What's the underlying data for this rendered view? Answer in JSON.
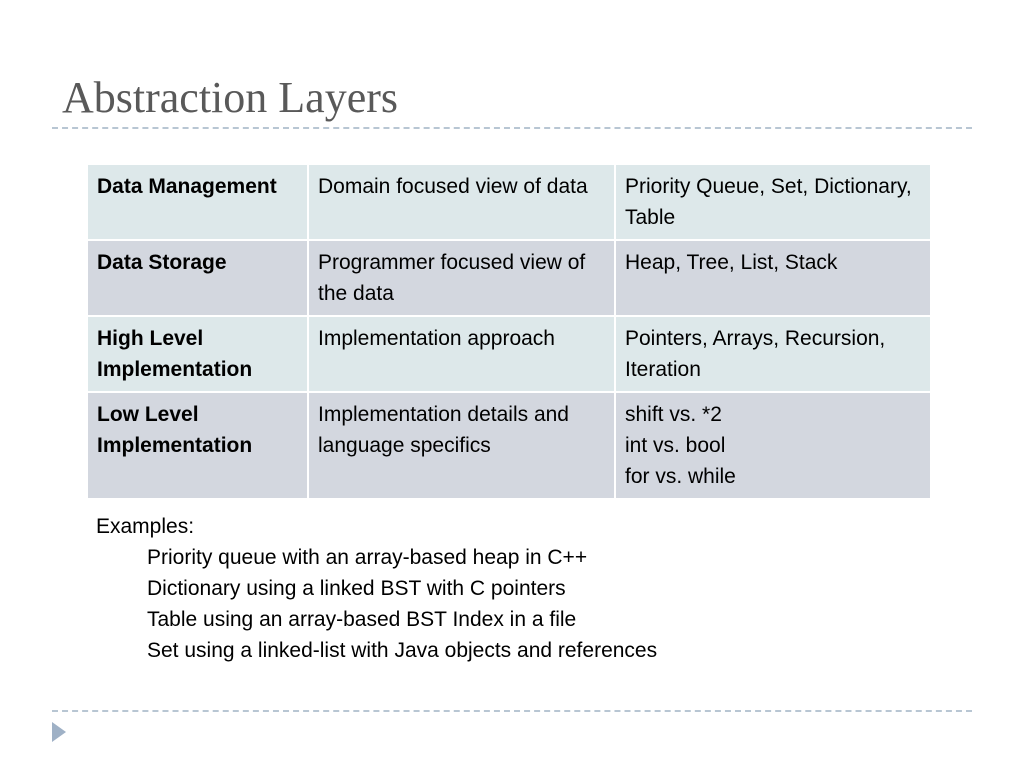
{
  "slide": {
    "title": "Abstraction Layers",
    "table": {
      "rows": [
        [
          "Data Management",
          "Domain focused view of data",
          "Priority Queue, Set, Dictionary, Table"
        ],
        [
          "Data Storage",
          "Programmer focused view of the data",
          "Heap, Tree, List, Stack"
        ],
        [
          "High Level Implementation",
          "Implementation approach",
          "Pointers, Arrays, Recursion, Iteration"
        ],
        [
          "Low Level Implementation",
          "Implementation details and language specifics",
          "shift vs. *2\nint vs. bool\nfor vs. while"
        ]
      ]
    },
    "examples": {
      "heading": "Examples:",
      "items": [
        "Priority queue with an array-based heap in C++",
        "Dictionary using a linked BST with C pointers",
        "Table using an array-based BST Index in a file",
        "Set using a linked-list with Java objects and references"
      ]
    }
  },
  "colors": {
    "title": "#595959",
    "row_odd": "#dde8ea",
    "row_even": "#d3d7df",
    "divider": "#b8c6d3",
    "bullet": "#9fb1c6"
  },
  "icons": {
    "footer_bullet": "triangle-right-icon"
  }
}
